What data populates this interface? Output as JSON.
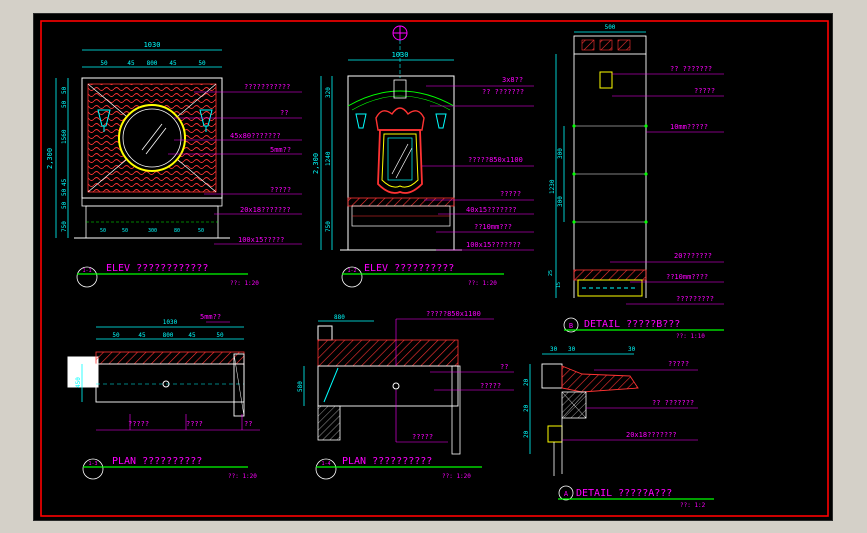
{
  "elev_left": {
    "dims_top": [
      "1030",
      "50",
      "45",
      "800",
      "45",
      "50"
    ],
    "dims_left_outer": "2,300",
    "dims_left_inner": [
      "50",
      "50",
      "1560",
      "45",
      "50",
      "50",
      "750"
    ],
    "callouts": [
      "???????????",
      "??",
      "45x80???????",
      "5mm??",
      "?????",
      "20x18???????",
      "100x15?????"
    ],
    "bottom_dims": [
      "50",
      "50",
      "300",
      "80",
      "50"
    ],
    "title_num": "1-1",
    "title": "ELEV  ????????????",
    "scale": "??: 1:20"
  },
  "elev_mid": {
    "dims_top": [
      "1030"
    ],
    "dims_left_outer": "2,300",
    "dims_left_inner": [
      "320",
      "1240",
      "750"
    ],
    "callouts": [
      "3x8??",
      "?? ???????",
      "?????850x1100",
      "?????",
      "40x15???????",
      "??10mm???",
      "100x15???????"
    ],
    "title_num": "1-2",
    "title": "ELEV  ??????????",
    "scale": "??: 1:20"
  },
  "detail_b": {
    "dims_top": [
      "500"
    ],
    "dims_left": [
      "1230",
      "300",
      "300",
      "25",
      "15"
    ],
    "callouts": [
      "?? ???????",
      "?????",
      "10mm?????",
      "20???????",
      "??10mm????",
      "?????????"
    ],
    "title_num": "B",
    "title": "DETAIL  ?????B???",
    "scale": "??: 1:10"
  },
  "plan_left": {
    "dims_top": [
      "1030",
      "50",
      "45",
      "800",
      "45",
      "50"
    ],
    "dims_left": [
      "450"
    ],
    "callouts": [
      "5mm??",
      "?????",
      "????",
      "??"
    ],
    "title_num": "1-3",
    "title": "PLAN  ??????????",
    "scale": "??: 1:20"
  },
  "plan_mid": {
    "dims_top": [
      "880"
    ],
    "dims_left": [
      "580"
    ],
    "callouts": [
      "?????850x1100",
      "??",
      "?????",
      "?????"
    ],
    "title_num": "1-4",
    "title": "PLAN  ??????????",
    "scale": "??: 1:20"
  },
  "detail_a": {
    "dims_top": [
      "30",
      "30",
      "30"
    ],
    "dims_left": [
      "20",
      "20",
      "20"
    ],
    "callouts": [
      "?????",
      "?? ???????",
      "20x18???????"
    ],
    "title_num": "A",
    "title": "DETAIL  ?????A???",
    "scale": "??: 1:2"
  },
  "colors": {
    "background": "#000000",
    "frame": "#ff0000",
    "text": "#ff00ff",
    "dimension": "#00ffff",
    "geometry": "#ffffff",
    "hatch": "#ff3333",
    "underline": "#00ff00",
    "accent": "#ffff00"
  },
  "icons": [
    "center-mark-icon",
    "wall-lamp-icon",
    "round-mirror-icon",
    "ornamental-mirror-icon"
  ]
}
